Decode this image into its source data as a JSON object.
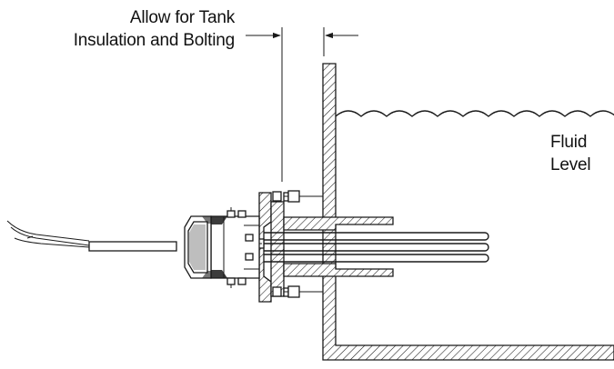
{
  "labels": {
    "clearance_line1": "Allow for Tank",
    "clearance_line2": "Insulation and Bolting",
    "fluid_line1": "Fluid",
    "fluid_line2": "Level"
  }
}
